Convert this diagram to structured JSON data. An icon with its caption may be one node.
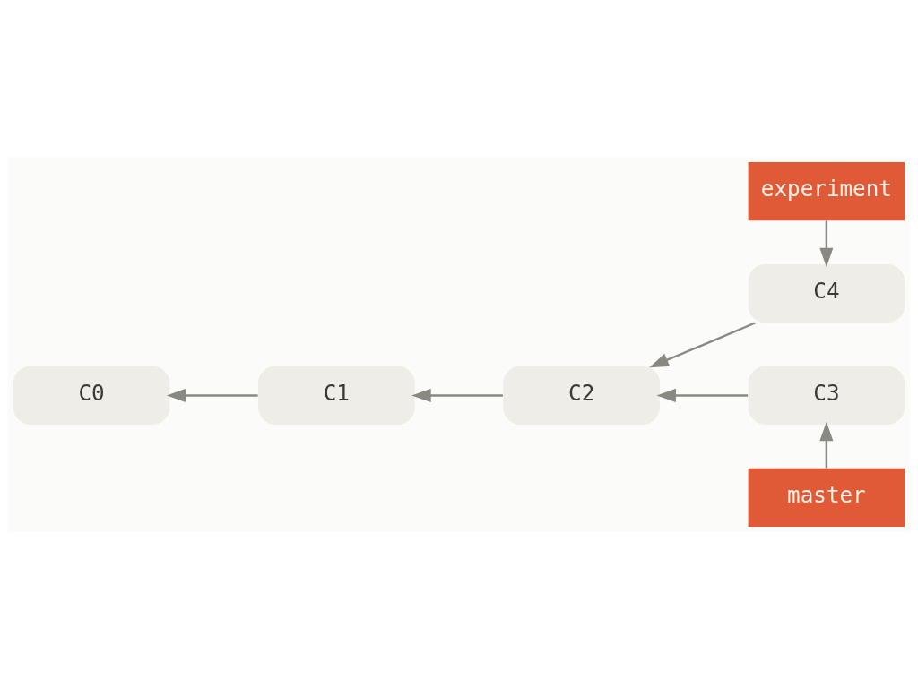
{
  "diagram": {
    "nodes": [
      {
        "text": [
          "experiment"
        ]
      },
      {
        "text": [
          "C4"
        ]
      },
      {
        "text": [
          "C0"
        ]
      },
      {
        "text": [
          "C1"
        ]
      },
      {
        "text": [
          "C2"
        ]
      },
      {
        "text": [
          "C3"
        ]
      },
      {
        "text": [
          "master"
        ]
      }
    ],
    "edges": [
      {
        "from": 0,
        "to": 1,
        "arrow": "to"
      },
      {
        "from": 1,
        "to": 4,
        "arrow": "to"
      },
      {
        "from": 3,
        "to": 2,
        "arrow": "to"
      },
      {
        "from": 4,
        "to": 3,
        "arrow": "to"
      },
      {
        "from": 5,
        "to": 4,
        "arrow": "to"
      },
      {
        "from": 6,
        "to": 5,
        "arrow": "to"
      }
    ]
  }
}
